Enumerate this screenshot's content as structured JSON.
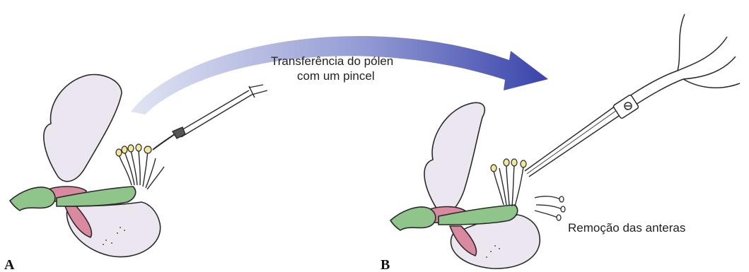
{
  "labels": {
    "transfer_line1": "Transferência do pólen",
    "transfer_line2": "com um pincel",
    "removal": "Remoção das anteras",
    "panel_a": "A",
    "panel_b": "B"
  },
  "colors": {
    "arrow_start": "#dfe3f2",
    "arrow_end": "#2f3aa6",
    "petal_fill": "#ece6f0",
    "sepal_green": "#8fc58a",
    "ovary_pink": "#d98aa0",
    "anther_yellow": "#f3e79a",
    "outline": "#2a2a2a"
  }
}
